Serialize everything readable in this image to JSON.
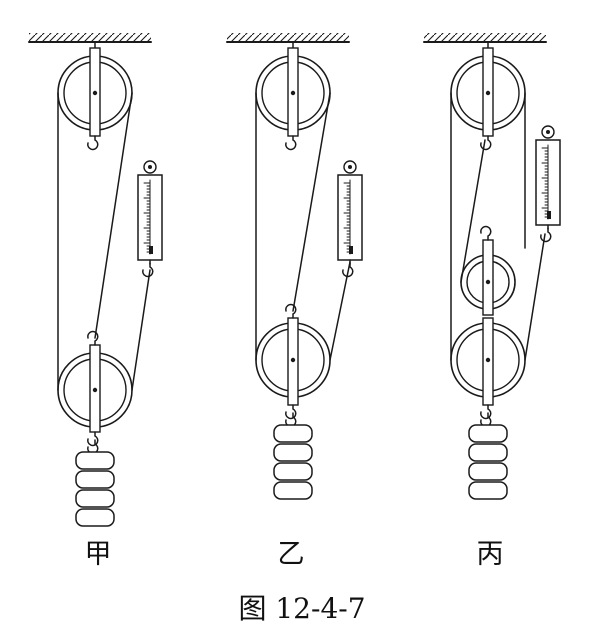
{
  "labels": {
    "setup_a": "甲",
    "setup_b": "乙",
    "setup_c": "丙"
  },
  "caption": "图 12-4-7",
  "colors": {
    "stroke": "#1a1a1a",
    "background": "#ffffff"
  }
}
